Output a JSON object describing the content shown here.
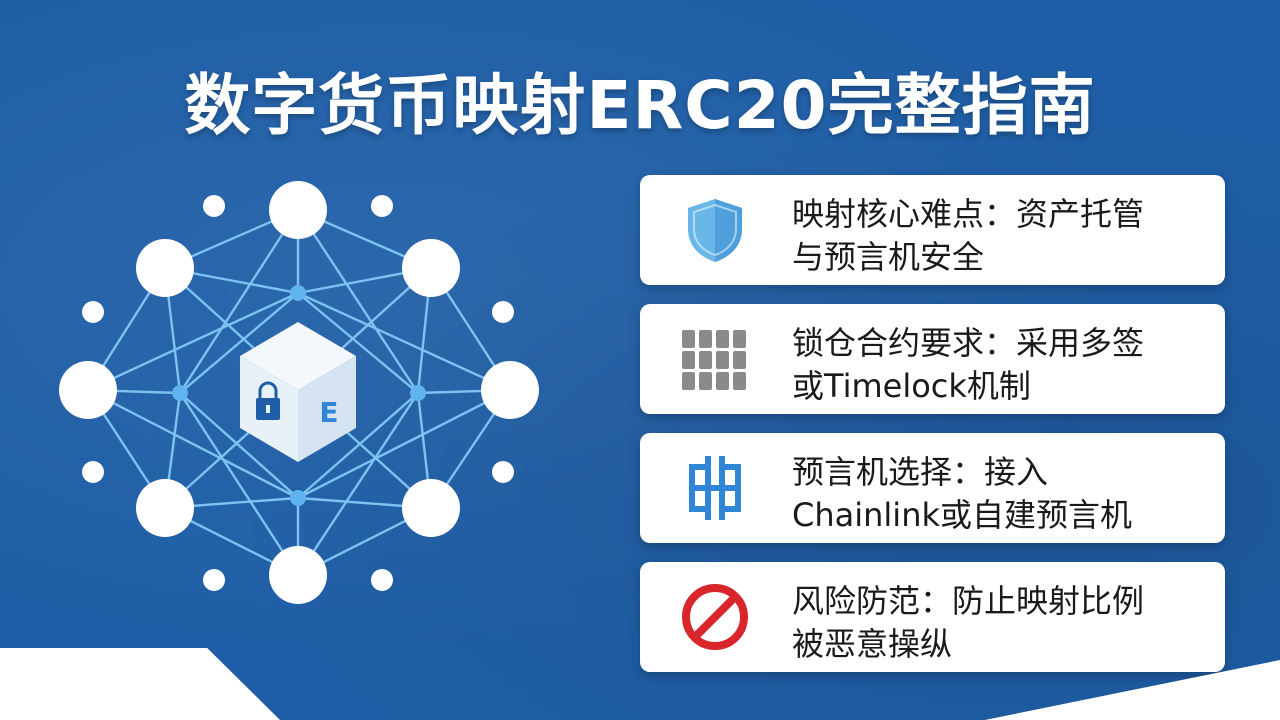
{
  "title": "数字货币映射ERC20完整指南",
  "cube_letter": "E",
  "cards": [
    {
      "icon": "shield-icon",
      "line1": "映射核心难点：资产托管",
      "line2": "与预言机安全"
    },
    {
      "icon": "grid-blocks-icon",
      "line1": "锁仓合约要求：采用多签",
      "line2": "或Timelock机制"
    },
    {
      "icon": "oracle-connector-icon",
      "line1": "预言机选择：接入",
      "line2": "Chainlink或自建预言机"
    },
    {
      "icon": "prohibited-icon",
      "line1": "风险防范：防止映射比例",
      "line2": "被恶意操纵"
    }
  ],
  "colors": {
    "background": "#1f5ea6",
    "link": "#7cc3f2",
    "node": "#ffffff",
    "shield": "#69b6e8",
    "grid": "#8a8a8a",
    "oracle": "#2f86d6",
    "prohibited": "#d8262a"
  }
}
